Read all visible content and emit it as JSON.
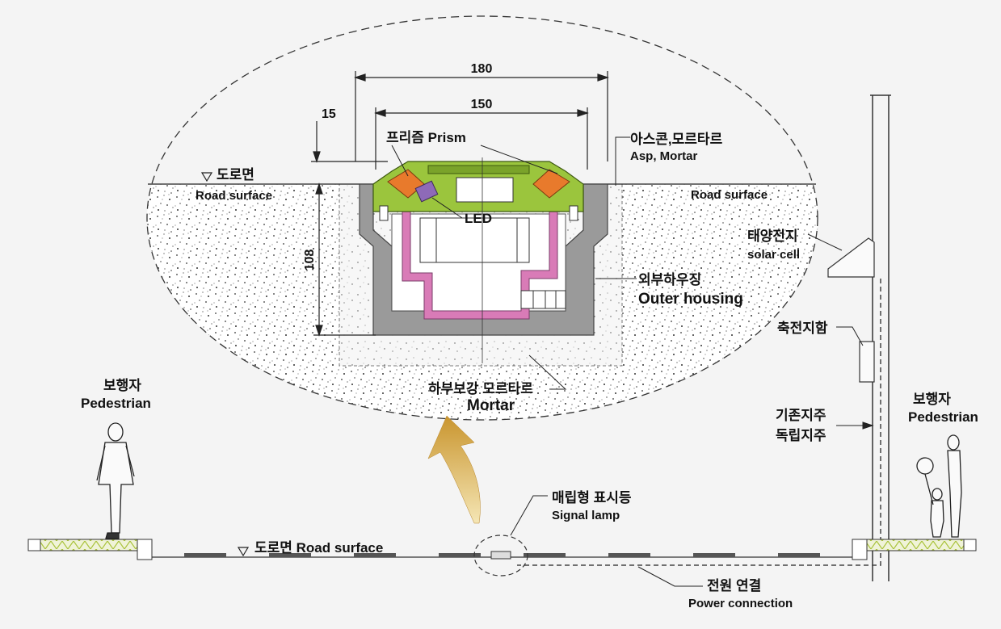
{
  "dimensions": {
    "width_180": "180",
    "width_150": "150",
    "offset_15": "15",
    "depth_108": "108"
  },
  "labels": {
    "prism": "프리즘 Prism",
    "asp_ko": "아스콘,모르타르",
    "asp_en": "Asp, Mortar",
    "road_top_ko": "도로면",
    "road_top_en": "Road surface",
    "road_right_en": "Road surface",
    "led": "LED",
    "solar_ko": "태양전지",
    "solar_en": "solar cell",
    "outer_ko": "외부하우징",
    "outer_en": "Outer housing",
    "battery_ko": "축전지함",
    "mortar_ko": "하부보강 모르타르",
    "mortar_en": "Mortar",
    "pole1_ko": "기존지주",
    "pole2_ko": "독립지주",
    "ped_left_ko": "보행자",
    "ped_left_en": "Pedestrian",
    "ped_right_ko": "보행자",
    "ped_right_en": "Pedestrian",
    "lamp_ko": "매립형 표시등",
    "lamp_en": "Signal lamp",
    "road_bottom": "도로면 Road surface",
    "power_ko": "전원 연결",
    "power_en": "Power connection"
  },
  "colors": {
    "green": "#9bc53d",
    "orange": "#e87a2c",
    "pink": "#d97bb7",
    "gray": "#9a9a9a",
    "arrow": "#c9952e"
  }
}
